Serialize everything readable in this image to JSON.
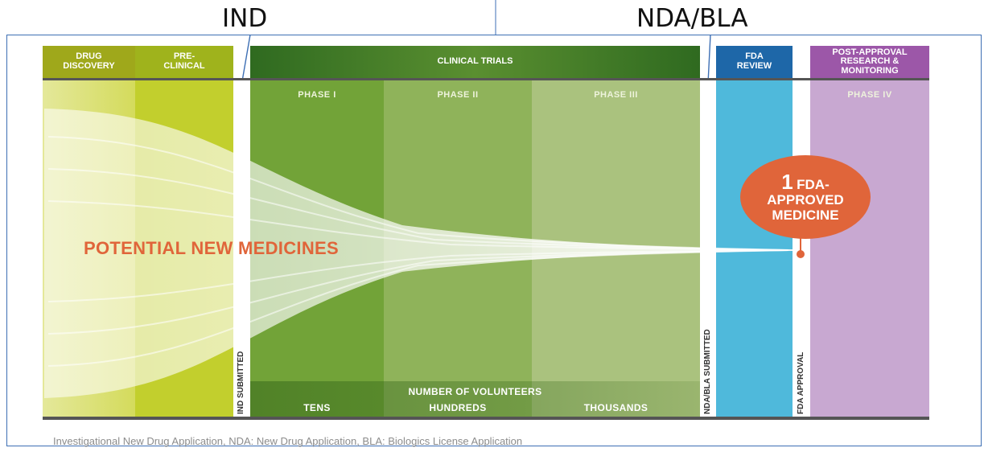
{
  "callouts": {
    "ind": "IND",
    "nda_bla": "NDA/BLA"
  },
  "stages": {
    "drug_discovery": "DRUG\nDISCOVERY",
    "pre_clinical": "PRE-\nCLINICAL",
    "clinical_trials": "CLINICAL TRIALS",
    "fda_review": "FDA\nREVIEW",
    "post_approval": "POST-APPROVAL\nRESEARCH &\nMONITORING"
  },
  "phases": [
    "PHASE I",
    "PHASE II",
    "PHASE III",
    "PHASE IV"
  ],
  "milestones": {
    "ind_submitted": "IND SUBMITTED",
    "nda_bla_submitted": "NDA/BLA SUBMITTED",
    "fda_approval": "FDA APPROVAL"
  },
  "funnel_label": "POTENTIAL NEW MEDICINES",
  "result": {
    "number": "1",
    "line1": "FDA-",
    "line2": "APPROVED",
    "line3": "MEDICINE"
  },
  "volunteers": {
    "title": "NUMBER OF VOLUNTEERS",
    "tens": "TENS",
    "hundreds": "HUNDREDS",
    "thousands": "THOUSANDS"
  },
  "footer": "Investigational New Drug Application, NDA: New Drug Application, BLA: Biologics License Application",
  "colors": {
    "discovery": "#c9d24a",
    "preclinical": "#c2cf2d",
    "phase1": "#72a338",
    "phase2": "#8fb35a",
    "phase3": "#aac27e",
    "fda_review": "#4fb9db",
    "phase4": "#c8a8d1",
    "accent": "#e0653a",
    "post_approval_header": "#9c57a8",
    "fda_header": "#1e67a8"
  }
}
